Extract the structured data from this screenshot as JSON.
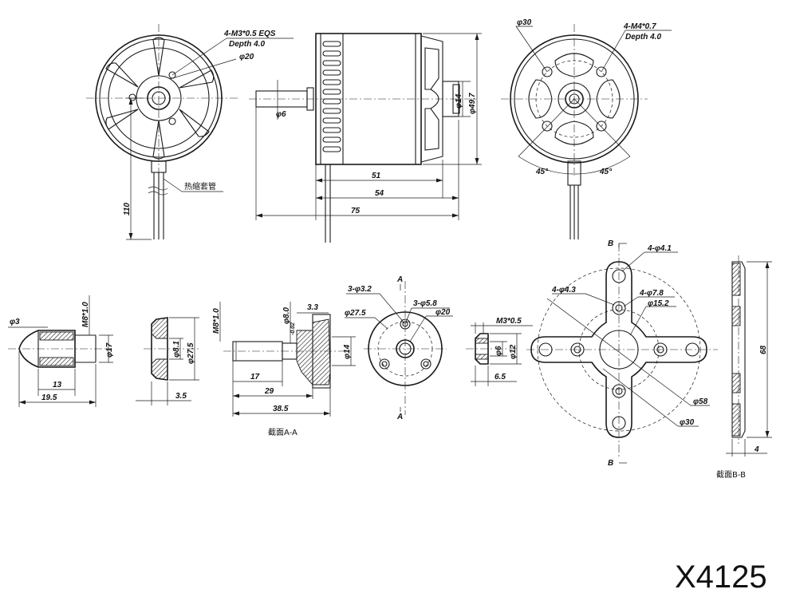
{
  "model": "X4125",
  "front": {
    "thread": "4-M3*0.5 EQS",
    "depth": "Depth 4.0",
    "dia": "φ20",
    "heat_shrink": "热缩套管",
    "lead": "110"
  },
  "side": {
    "shaft": "φ6",
    "d14": "φ14",
    "d497": "φ49.7",
    "l51": "51",
    "l54": "54",
    "l75": "75"
  },
  "rear": {
    "d30": "φ30",
    "thread": "4-M4*0.7",
    "depth": "Depth 4.0",
    "ang1": "45°",
    "ang2": "45°"
  },
  "adapter": {
    "d3": "φ3",
    "m8": "M8*1.0",
    "d17": "φ17",
    "l13": "13",
    "l195": "19.5"
  },
  "nut": {
    "d81": "φ8.1",
    "d275": "φ27.5",
    "l35": "3.5"
  },
  "shaftsec": {
    "m8": "M8*1.0",
    "d8": "φ8.0",
    "tol": "-0.02",
    "l33": "3.3",
    "d14": "φ14",
    "l17": "17",
    "l29": "29",
    "l385": "38.5",
    "caption": "截面A-A",
    "secA": "A"
  },
  "hub": {
    "d32": "3-φ3.2",
    "d58": "3-φ5.8",
    "d275": "φ27.5",
    "d20": "φ20"
  },
  "screw": {
    "m3": "M3*0.5",
    "d6": "φ6",
    "d12": "φ12",
    "l65": "6.5"
  },
  "cross": {
    "b": "B",
    "d41": "4-φ4.1",
    "d43": "4-φ4.3",
    "d78": "4-φ7.8",
    "d152": "φ15.2",
    "d58": "φ58",
    "d30": "φ30"
  },
  "bsec": {
    "h68": "68",
    "w4": "4",
    "caption": "截面B-B"
  }
}
